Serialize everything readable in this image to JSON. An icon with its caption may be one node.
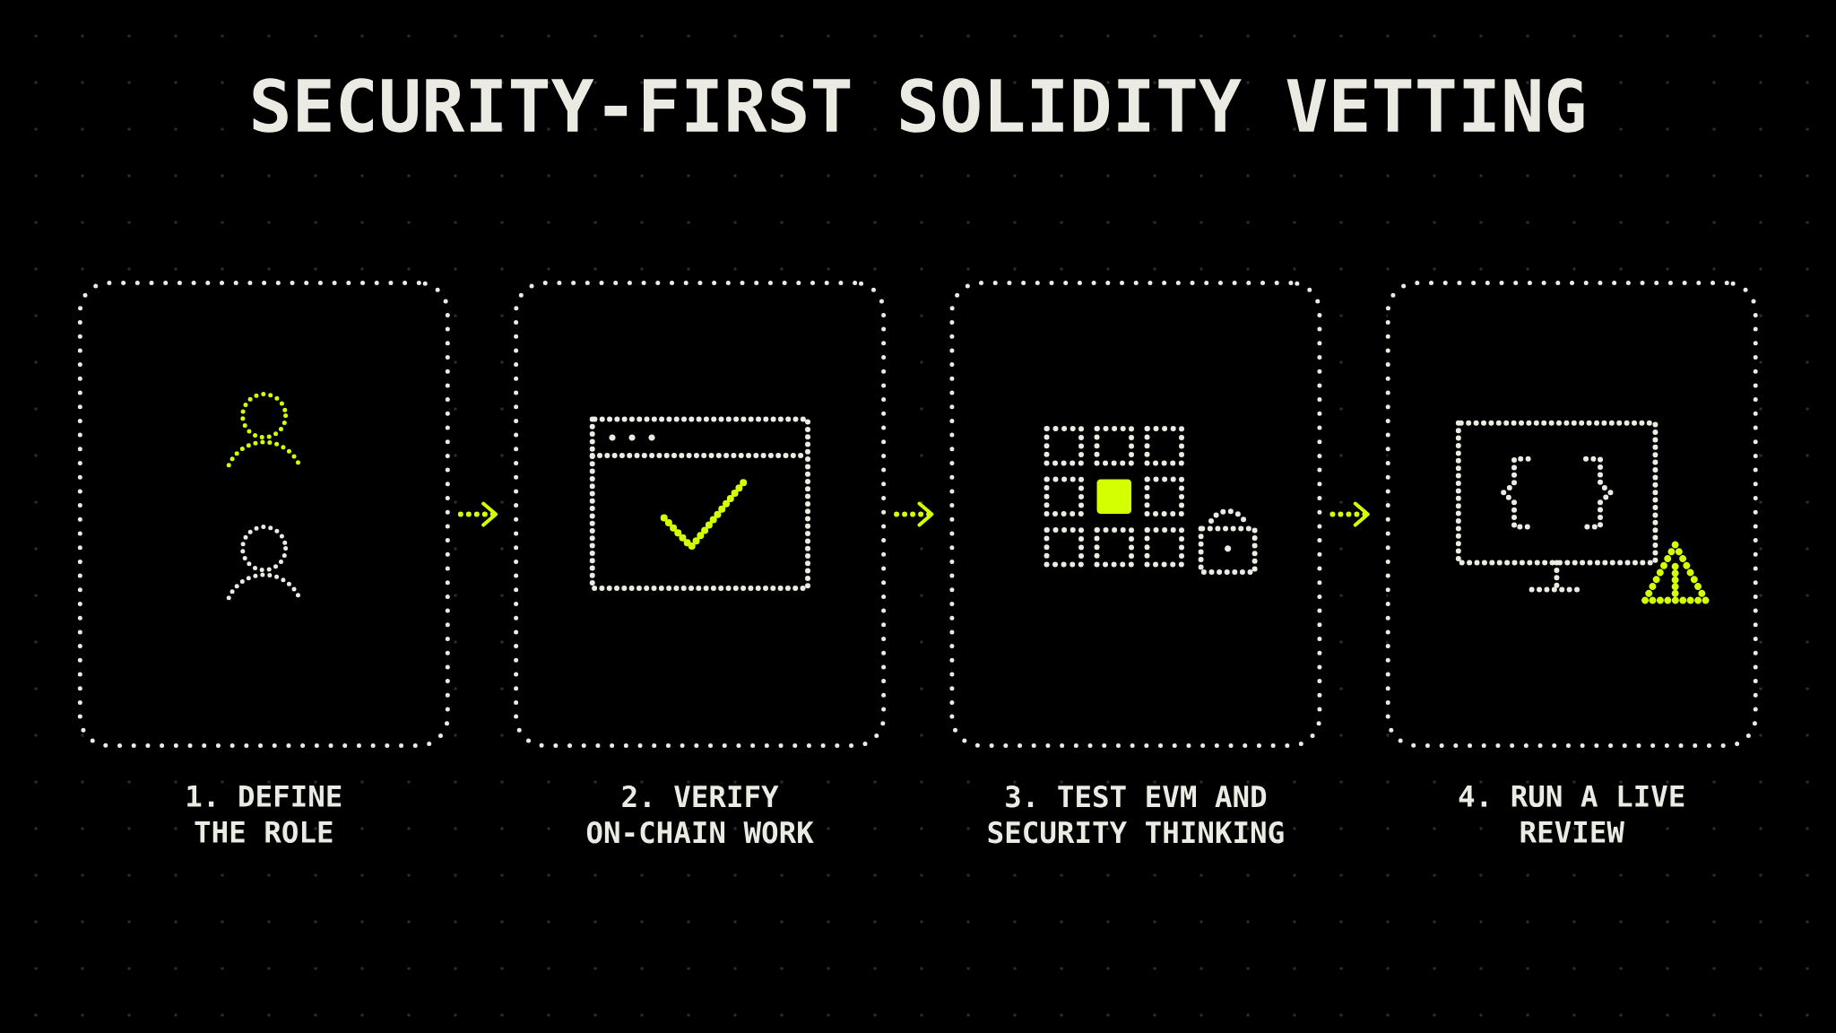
{
  "diagram": {
    "title": "SECURITY-FIRST SOLIDITY VETTING",
    "nodes": [
      {
        "text": [
          "1. DEFINE THE ROLE"
        ]
      },
      {
        "text": [
          "2. VERIFY ON-CHAIN WORK"
        ]
      },
      {
        "text": [
          "3. TEST EVM AND SECURITY THINKING"
        ]
      },
      {
        "text": [
          "4. RUN A LIVE REVIEW"
        ]
      }
    ],
    "edges": [
      {
        "from": 0,
        "to": 1,
        "arrow": "to"
      },
      {
        "from": 1,
        "to": 2,
        "arrow": "to"
      },
      {
        "from": 2,
        "to": 3,
        "arrow": "to"
      }
    ]
  }
}
